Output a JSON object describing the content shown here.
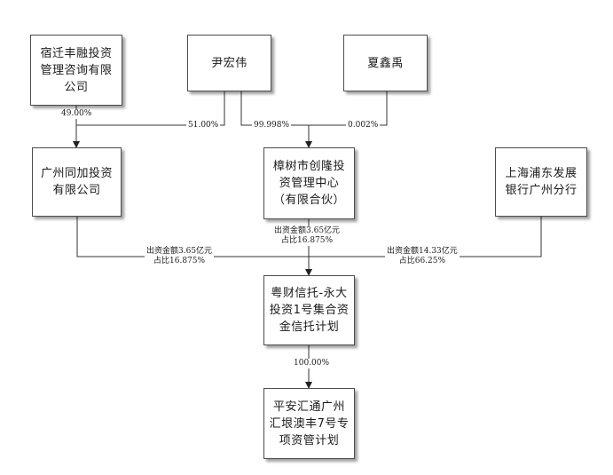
{
  "nodes": {
    "suqian": "宿迁丰融投资管理咨询有限公司",
    "yin": "尹宏伟",
    "xia": "夏鑫禹",
    "tongjia": "广州同加投资有限公司",
    "zhangshu": "樟树市创隆投资管理中心（有限合伙）",
    "spdb": "上海浦东发展银行广州分行",
    "trust": "粤财信托-永大投资1号集合资金信托计划",
    "pingan": "平安汇通广州汇垠澳丰7号专项资管计划"
  },
  "edges": {
    "suqian_tongjia": "49.00%",
    "yin_tongjia": "51.00%",
    "yin_zhangshu": "99.998%",
    "xia_zhangshu": "0.002%",
    "tongjia_trust": [
      "出资金额3.65亿元",
      "占比16.875%"
    ],
    "zhangshu_trust": [
      "出资金额3.65亿元",
      "占比16.875%"
    ],
    "spdb_trust": [
      "出资金额14.33亿元",
      "占比66.25%"
    ],
    "trust_pingan": "100.00%"
  }
}
